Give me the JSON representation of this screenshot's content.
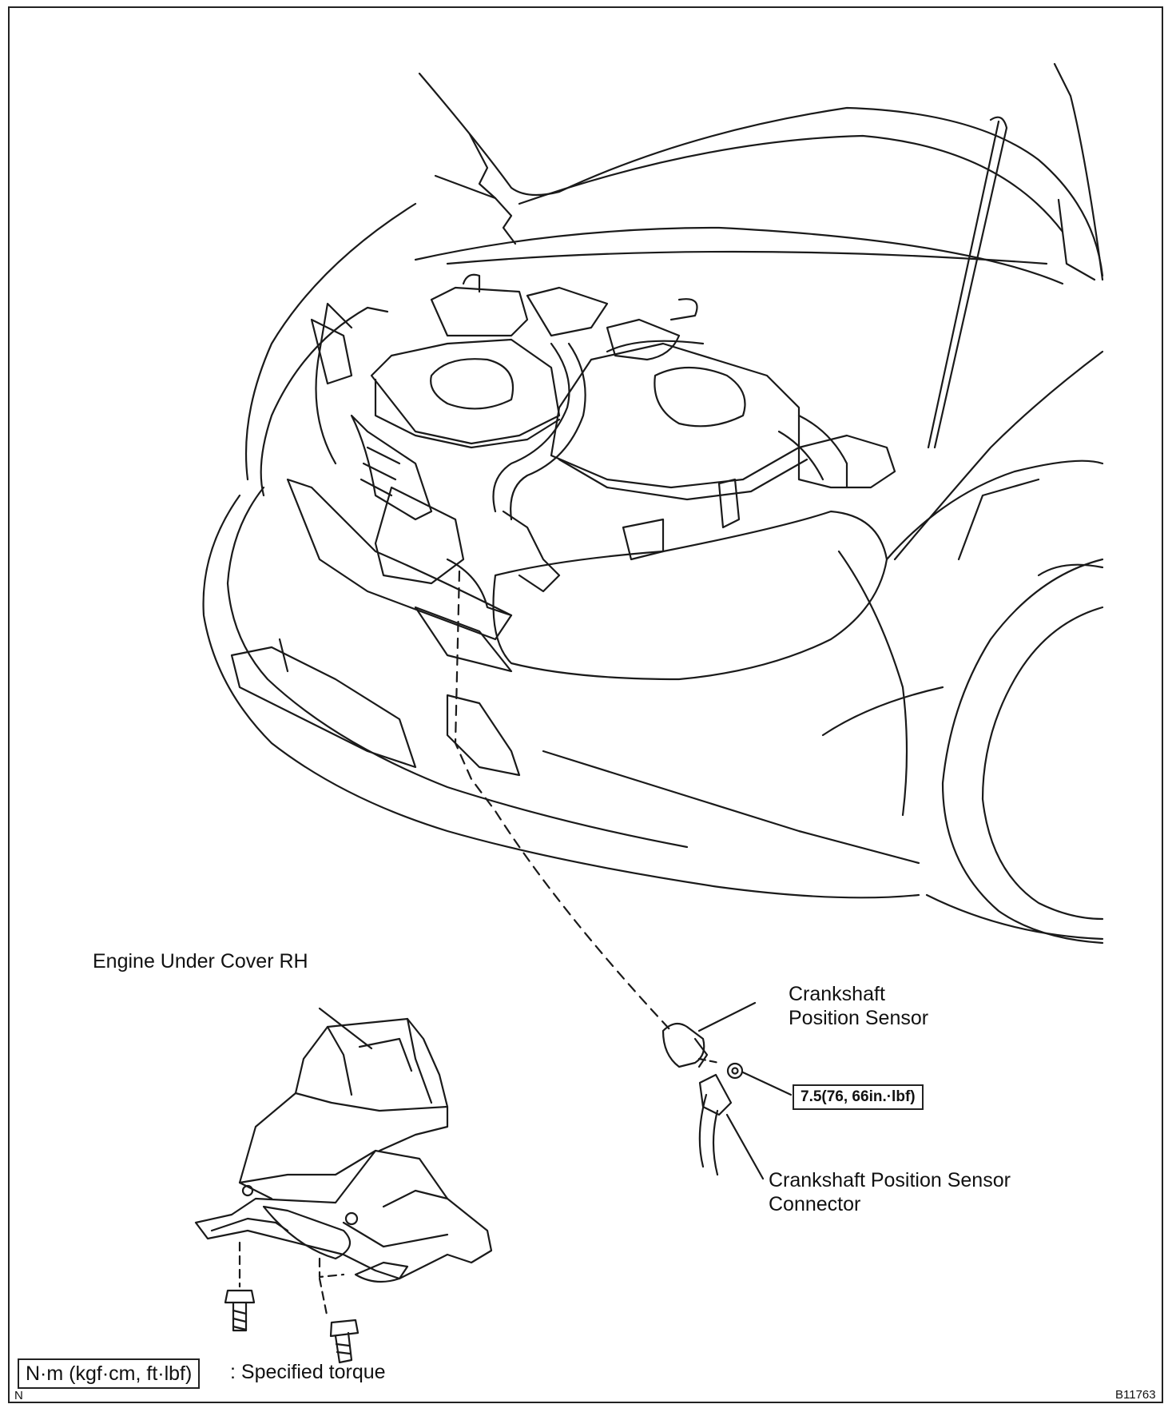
{
  "labels": {
    "engine_under_cover": "Engine Under Cover RH",
    "crankshaft_sensor_line1": "Crankshaft",
    "crankshaft_sensor_line2": "Position Sensor",
    "connector_line1": "Crankshaft Position Sensor",
    "connector_line2": "Connector"
  },
  "torque": {
    "sensor_bolt": "7.5(76, 66in.·lbf)"
  },
  "legend": {
    "unit_box": "N·m (kgf·cm, ft·lbf)",
    "description": ": Specified torque"
  },
  "footer": {
    "left_code": "N",
    "figure_id": "B11763"
  }
}
